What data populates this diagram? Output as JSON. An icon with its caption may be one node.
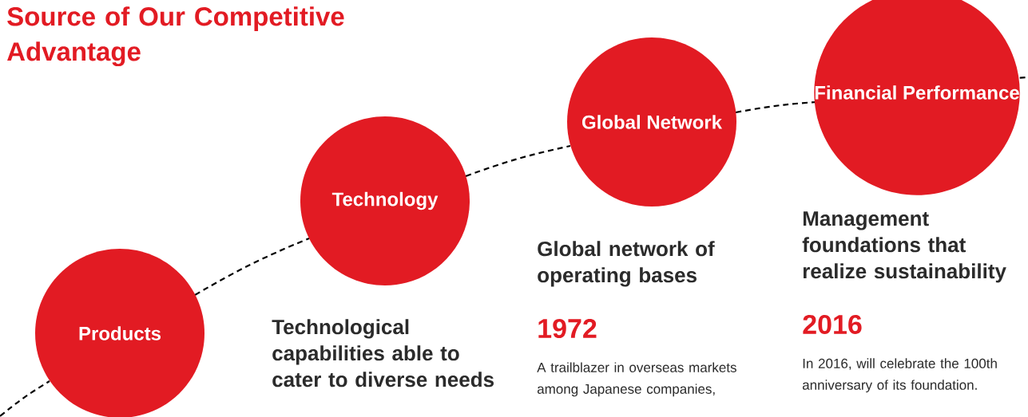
{
  "diagram": {
    "title": "Source of Our Competitive Advantage",
    "nodes": [
      {
        "text": [
          "Products"
        ]
      },
      {
        "text": [
          "Technology"
        ],
        "beside": [
          "Technological capabilities able to cater to diverse needs"
        ]
      },
      {
        "text": [
          "Global Network"
        ],
        "beside": [
          "Global network of operating bases",
          "1972",
          "A trailblazer in overseas markets among Japanese companies,"
        ]
      },
      {
        "text": [
          "Financial Performance"
        ],
        "beside": [
          "Management foundations that realize sustainability",
          "2016",
          "In 2016, will celebrate the 100th anniversary of its foundation."
        ]
      }
    ],
    "edges": [
      {
        "from": null,
        "to": 0,
        "arrow": "none",
        "style": "dashed"
      },
      {
        "from": 0,
        "to": 1,
        "arrow": "none",
        "style": "dashed"
      },
      {
        "from": 1,
        "to": 2,
        "arrow": "none",
        "style": "dashed"
      },
      {
        "from": 2,
        "to": 3,
        "arrow": "none",
        "style": "dashed"
      },
      {
        "from": 3,
        "to": null,
        "arrow": "none",
        "style": "dashed"
      }
    ]
  }
}
